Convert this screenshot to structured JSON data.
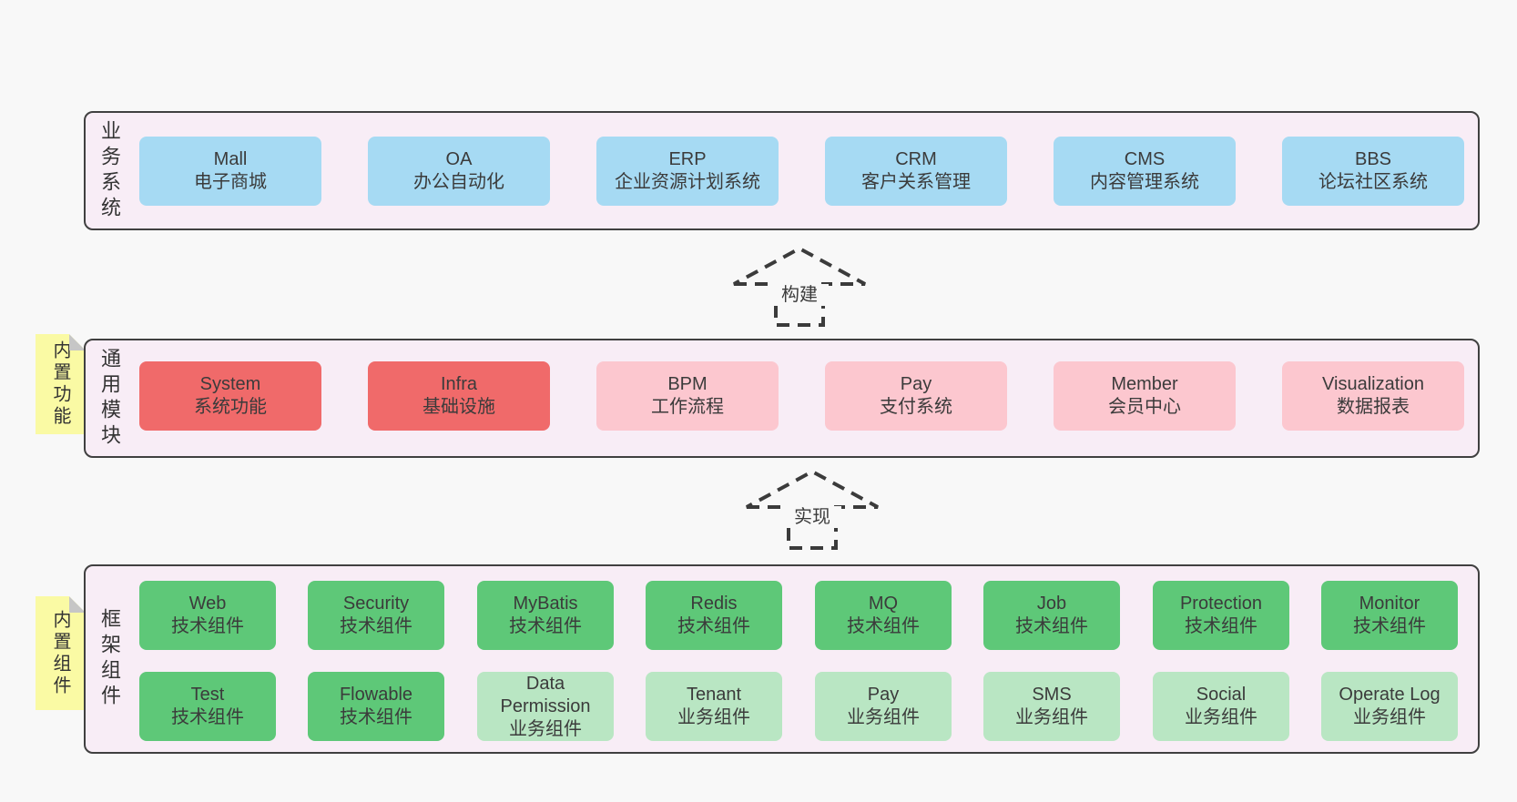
{
  "colors": {
    "canvas_bg": "#f8f8f8",
    "section_bg": "#f8edf6",
    "section_border": "#404040",
    "blue_box": "#a6daf3",
    "red_box": "#f06a6a",
    "pink_box": "#fcc7cf",
    "green_box": "#5ec878",
    "light_green_box": "#b9e6c3",
    "sticky_note": "#fafaa4",
    "note_fold": "#c6c6c6",
    "text": "#3b3b3b"
  },
  "sections": [
    {
      "label": "业务系统",
      "boxes": [
        {
          "en": "Mall",
          "zh": "电子商城"
        },
        {
          "en": "OA",
          "zh": "办公自动化"
        },
        {
          "en": "ERP",
          "zh": "企业资源计划系统"
        },
        {
          "en": "CRM",
          "zh": "客户关系管理"
        },
        {
          "en": "CMS",
          "zh": "内容管理系统"
        },
        {
          "en": "BBS",
          "zh": "论坛社区系统"
        }
      ]
    },
    {
      "label": "通用模块",
      "note": "内置功能",
      "boxes": [
        {
          "en": "System",
          "zh": "系统功能"
        },
        {
          "en": "Infra",
          "zh": "基础设施"
        },
        {
          "en": "BPM",
          "zh": "工作流程"
        },
        {
          "en": "Pay",
          "zh": "支付系统"
        },
        {
          "en": "Member",
          "zh": "会员中心"
        },
        {
          "en": "Visualization",
          "zh": "数据报表"
        }
      ]
    },
    {
      "label": "框架组件",
      "note": "内置组件",
      "rows": [
        [
          {
            "en": "Web",
            "zh": "技术组件"
          },
          {
            "en": "Security",
            "zh": "技术组件"
          },
          {
            "en": "MyBatis",
            "zh": "技术组件"
          },
          {
            "en": "Redis",
            "zh": "技术组件"
          },
          {
            "en": "MQ",
            "zh": "技术组件"
          },
          {
            "en": "Job",
            "zh": "技术组件"
          },
          {
            "en": "Protection",
            "zh": "技术组件"
          },
          {
            "en": "Monitor",
            "zh": "技术组件"
          }
        ],
        [
          {
            "en": "Test",
            "zh": "技术组件"
          },
          {
            "en": "Flowable",
            "zh": "技术组件"
          },
          {
            "en": "Data Permission",
            "zh": "业务组件"
          },
          {
            "en": "Tenant",
            "zh": "业务组件"
          },
          {
            "en": "Pay",
            "zh": "业务组件"
          },
          {
            "en": "SMS",
            "zh": "业务组件"
          },
          {
            "en": "Social",
            "zh": "业务组件"
          },
          {
            "en": "Operate Log",
            "zh": "业务组件"
          }
        ]
      ]
    }
  ],
  "arrows": [
    {
      "label": "构建"
    },
    {
      "label": "实现"
    }
  ]
}
